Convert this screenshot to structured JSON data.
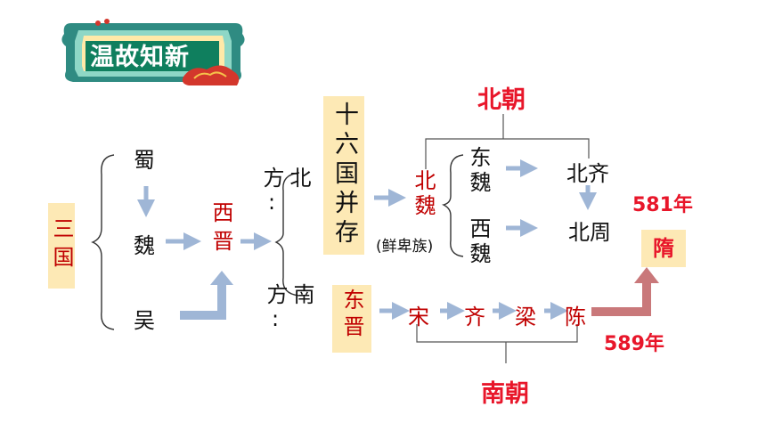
{
  "banner": {
    "title": "温故知新"
  },
  "san_guo": "三国",
  "shu": "蜀",
  "wei": "魏",
  "wu": "吴",
  "xi_jin": "西晋",
  "north": {
    "label": "北方:",
    "sixteen": "十六国并存"
  },
  "bei_wei": {
    "name": "北魏",
    "note": "(鲜卑族)"
  },
  "dong_wei": "东魏",
  "xi_wei": "西魏",
  "bei_qi": "北齐",
  "bei_zhou": "北周",
  "bei_chao": "北朝",
  "south": {
    "label": "南方:",
    "dong_jin": "东晋"
  },
  "southern_dynasties": [
    "宋",
    "齐",
    "梁",
    "陈"
  ],
  "nan_chao": "南朝",
  "sui": {
    "name": "隋",
    "year_north": "581年",
    "year_south": "589年"
  },
  "colors": {
    "arrow": "#9fb6d6",
    "red": "#c00000",
    "bright_red": "#e8162a",
    "highlight": "#fde9b5",
    "sui_arrow": "#c9787a"
  }
}
